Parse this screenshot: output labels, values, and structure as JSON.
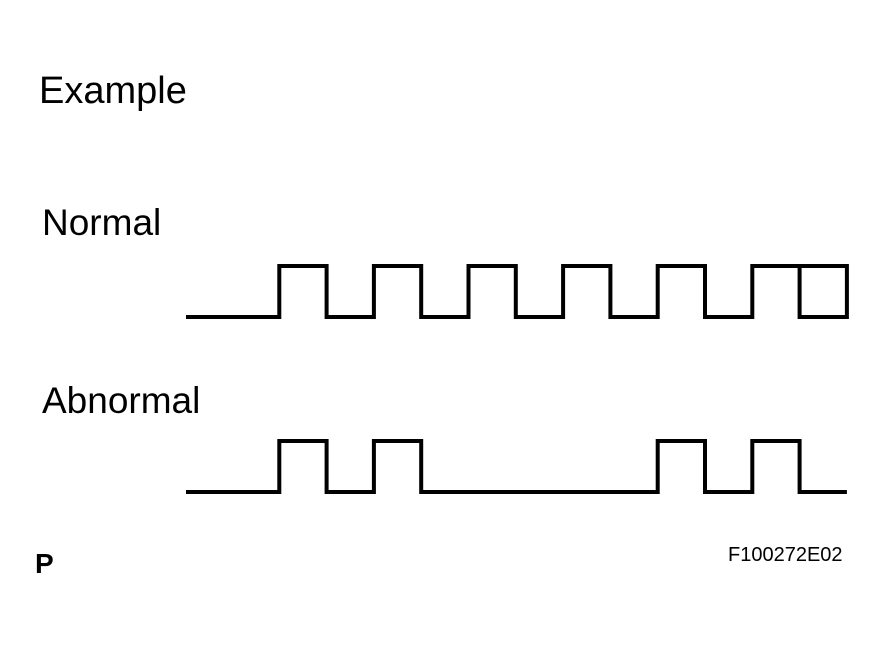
{
  "title": "Example",
  "figure_code": "F100272E02",
  "page_letter": "P",
  "signals": [
    {
      "label": "Normal",
      "pattern": [
        0,
        1,
        0,
        1,
        0,
        1,
        0,
        1,
        0,
        1,
        0,
        1,
        0,
        1
      ]
    },
    {
      "label": "Abnormal",
      "pattern": [
        0,
        1,
        0,
        1,
        0,
        0,
        0,
        0,
        0,
        1,
        0,
        1,
        0,
        0
      ]
    }
  ],
  "colors": {
    "line": "#000000",
    "background": "#ffffff"
  }
}
